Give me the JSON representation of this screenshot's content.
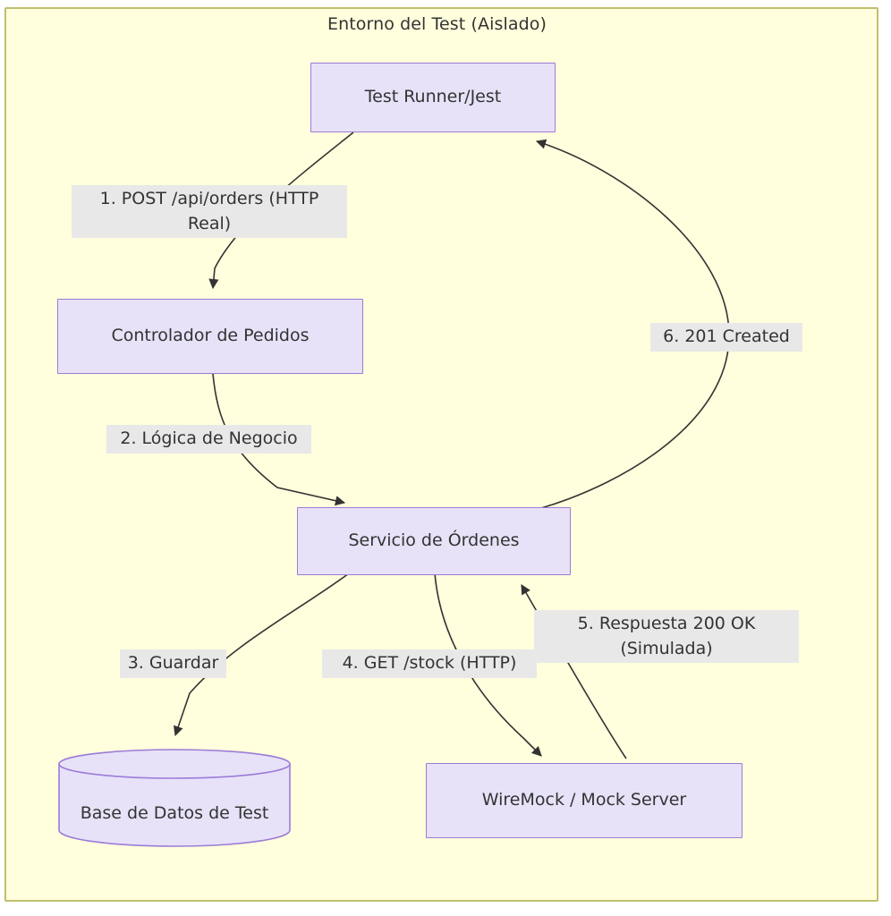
{
  "diagram": {
    "title": "Entorno del Test (Aislado)",
    "type": "flowchart",
    "direction": "top-down",
    "colors": {
      "container_background": "#ffffdd",
      "container_border": "#bfbf70",
      "node_fill": "#e7e2f8",
      "node_border": "#9d7bd8",
      "edge_stroke": "#333333",
      "edge_label_background": "#e8e8e8",
      "text": "#333333"
    },
    "nodes": [
      {
        "id": "test-runner",
        "label": "Test Runner/Jest",
        "shape": "rect"
      },
      {
        "id": "controlador-de-pedidos",
        "label": "Controlador de Pedidos",
        "shape": "rect"
      },
      {
        "id": "servicio-de-ordenes",
        "label": "Servicio de Órdenes",
        "shape": "rect"
      },
      {
        "id": "base-de-datos-de-test",
        "label": "Base de Datos de Test",
        "shape": "cylinder"
      },
      {
        "id": "wiremock-mock-server",
        "label": "WireMock / Mock Server",
        "shape": "rect"
      }
    ],
    "edges": [
      {
        "id": "edge-1",
        "from": "test-runner",
        "to": "controlador-de-pedidos",
        "label": "1. POST /api/orders (HTTP\nReal)",
        "label_lines": [
          "1. POST /api/orders (HTTP",
          "Real)"
        ]
      },
      {
        "id": "edge-2",
        "from": "controlador-de-pedidos",
        "to": "servicio-de-ordenes",
        "label": "2. Lógica de Negocio",
        "label_lines": [
          "2. Lógica de Negocio"
        ]
      },
      {
        "id": "edge-3",
        "from": "servicio-de-ordenes",
        "to": "base-de-datos-de-test",
        "label": "3. Guardar",
        "label_lines": [
          "3. Guardar"
        ]
      },
      {
        "id": "edge-4",
        "from": "servicio-de-ordenes",
        "to": "wiremock-mock-server",
        "label": "4. GET /stock (HTTP)",
        "label_lines": [
          "4. GET /stock (HTTP)"
        ]
      },
      {
        "id": "edge-5",
        "from": "wiremock-mock-server",
        "to": "servicio-de-ordenes",
        "label": "5. Respuesta 200 OK\n(Simulada)",
        "label_lines": [
          "5. Respuesta 200 OK",
          "(Simulada)"
        ]
      },
      {
        "id": "edge-6",
        "from": "servicio-de-ordenes",
        "to": "test-runner",
        "label": "6. 201 Created",
        "label_lines": [
          "6. 201 Created"
        ]
      }
    ]
  }
}
